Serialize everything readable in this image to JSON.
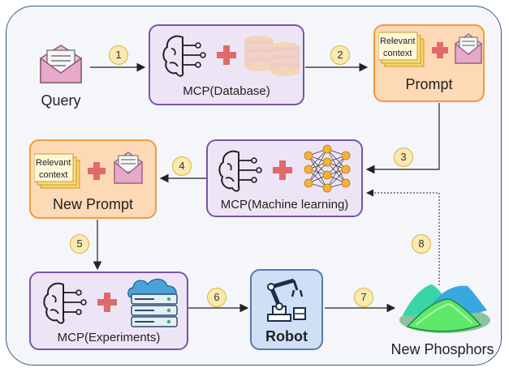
{
  "query_label": "Query",
  "mcp_database_label": "MCP(Database)",
  "prompt_label": "Prompt",
  "mcp_ml_label": "MCP(Machine learning)",
  "new_prompt_label": "New Prompt",
  "mcp_experiments_label": "MCP(Experiments)",
  "robot_label": "Robot",
  "new_phosphors_label": "New Phosphors",
  "relevant_context_line1": "Relevant",
  "relevant_context_line2": "context",
  "steps": [
    "1",
    "2",
    "3",
    "4",
    "5",
    "6",
    "7",
    "8"
  ],
  "icons": [
    "brain-circuit-icon",
    "plus-icon",
    "database-icon",
    "envelope-icon",
    "document-stack-icon",
    "neural-network-icon",
    "cloud-server-icon",
    "robot-arm-icon",
    "phosphor-powder-icon"
  ],
  "colors": {
    "mcp_fill": "#ede5f6",
    "mcp_border": "#7a55a6",
    "prompt_fill": "#fdd9b5",
    "prompt_border": "#f29a3c",
    "robot_fill": "#cfe0f6",
    "robot_border": "#5679ad",
    "step_fill": "#fbeab0",
    "plus": "#e06a6a"
  }
}
